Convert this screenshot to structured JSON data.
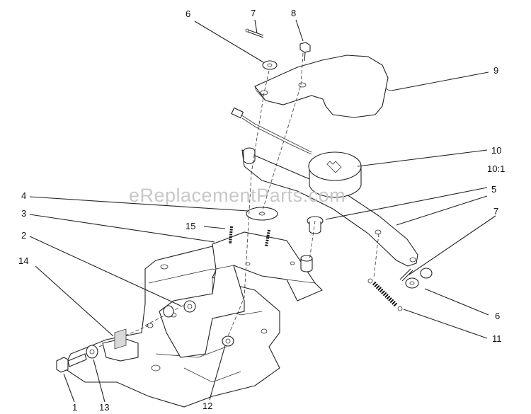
{
  "watermark": "eReplacementParts.com",
  "callouts": [
    {
      "id": "c6a",
      "label": "6"
    },
    {
      "id": "c7a",
      "label": "7"
    },
    {
      "id": "c8",
      "label": "8"
    },
    {
      "id": "c9",
      "label": "9"
    },
    {
      "id": "c10",
      "label": "10"
    },
    {
      "id": "c10-1",
      "label": "10:1"
    },
    {
      "id": "c5",
      "label": "5"
    },
    {
      "id": "c7b",
      "label": "7"
    },
    {
      "id": "c4",
      "label": "4"
    },
    {
      "id": "c3",
      "label": "3"
    },
    {
      "id": "c15",
      "label": "15"
    },
    {
      "id": "c2",
      "label": "2"
    },
    {
      "id": "c14",
      "label": "14"
    },
    {
      "id": "c6b",
      "label": "6"
    },
    {
      "id": "c11",
      "label": "11"
    },
    {
      "id": "c1",
      "label": "1"
    },
    {
      "id": "c13",
      "label": "13"
    },
    {
      "id": "c12",
      "label": "12"
    }
  ]
}
